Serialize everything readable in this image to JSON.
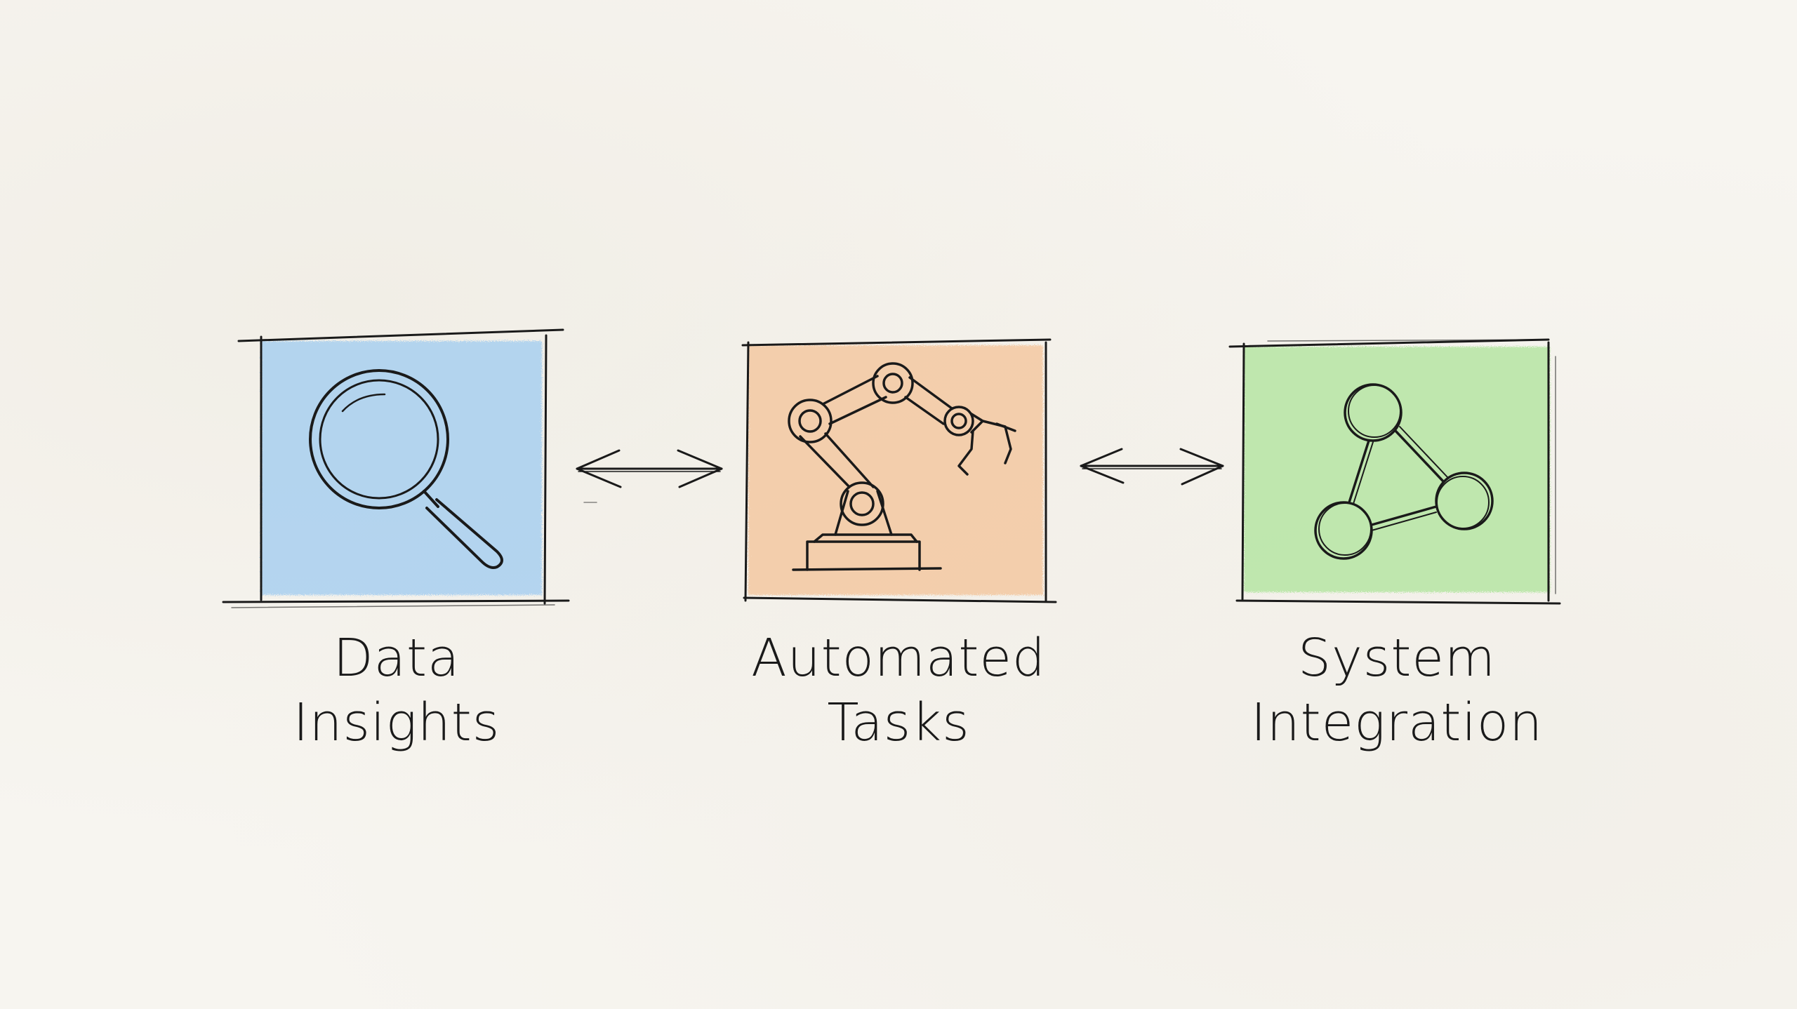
{
  "nodes": [
    {
      "line1": "Data",
      "line2": "Insights",
      "icon": "magnifying-glass-icon",
      "fill": "#a9d0f0"
    },
    {
      "line1": "Automated",
      "line2": "Tasks",
      "icon": "robotic-arm-icon",
      "fill": "#f4c9a2"
    },
    {
      "line1": "System",
      "line2": "Integration",
      "icon": "network-nodes-icon",
      "fill": "#b6e6a4"
    }
  ],
  "connectors": [
    {
      "from": "Data Insights",
      "to": "Automated Tasks",
      "direction": "bidirectional"
    },
    {
      "from": "Automated Tasks",
      "to": "System Integration",
      "direction": "bidirectional"
    }
  ],
  "colors": {
    "ink": "#1a1a1a",
    "paper": "#f7f5f0"
  }
}
